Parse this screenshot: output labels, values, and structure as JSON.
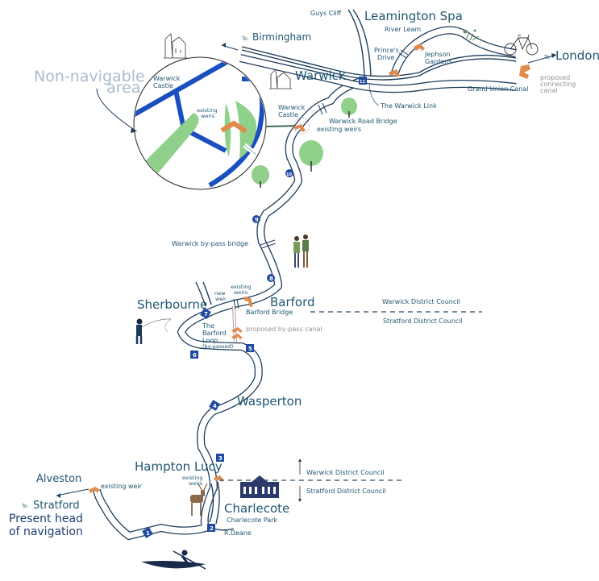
{
  "map": {
    "inset_label": "Non-navigable area",
    "inset_label_line1": "Non-navigable",
    "inset_label_line2": "area",
    "places": {
      "guys_cliff": "Guys Cliff",
      "leamington_spa": "Leamington Spa",
      "river_leam": "River Leam",
      "princes_drive_1": "Prince's",
      "princes_drive_2": "Drive",
      "jephson_1": "Jephson",
      "jephson_2": "Gardens",
      "to_london_prefix": "To",
      "to_london": "London",
      "proposed_canal_1": "proposed",
      "proposed_canal_2": "connecting",
      "proposed_canal_3": "canal",
      "grand_union": "Grand Union Canal",
      "to_birmingham_prefix": "To",
      "to_birmingham": "Birmingham",
      "warwick": "Warwick",
      "warwick_castle_1": "Warwick",
      "warwick_castle_2": "Castle",
      "warwick_link": "The Warwick Link",
      "warwick_road_bridge": "Warwick Road Bridge",
      "existing_weirs": "existing weirs",
      "inset_castle_1": "Warwick",
      "inset_castle_2": "Castle",
      "inset_weirs_1": "existing",
      "inset_weirs_2": "weirs",
      "bypass_bridge": "Warwick by-pass bridge",
      "new_weir_1": "new",
      "new_weir_2": "weir",
      "existing_weirs_1": "existing",
      "existing_weirs_2": "weirs",
      "sherbourne": "Sherbourne",
      "barford": "Barford",
      "barford_bridge": "Barford Bridge",
      "barford_loop_1": "The",
      "barford_loop_2": "Barford",
      "barford_loop_3": "Loop",
      "barford_loop_4": "(by-passed)",
      "proposed_bypass": "proposed by-pass canal",
      "wasperton": "Wasperton",
      "hampton_lucy": "Hampton Lucy",
      "hl_weirs_1": "existing",
      "hl_weirs_2": "weirs",
      "charlecote": "Charlecote",
      "charlecote_park": "Charlecote Park",
      "r_deane": "R.Deane",
      "alveston": "Alveston",
      "alveston_weir": "existing weir",
      "to_stratford_prefix": "To",
      "to_stratford": "Stratford",
      "present_head_1": "Present head",
      "present_head_2": "of navigation"
    },
    "boundaries": [
      {
        "upper": "Warwick District Council",
        "lower": "Stratford District Council"
      },
      {
        "upper": "Warwick District Council",
        "lower": "Stratford District Council"
      }
    ],
    "locks": [
      "1",
      "2",
      "3",
      "4",
      "5",
      "6",
      "7",
      "8",
      "9",
      "10",
      "11"
    ],
    "colors": {
      "text": "#1f5672",
      "river_outline": "#1f3d5c",
      "weir": "#e08a4c",
      "lock": "#1f4aa0",
      "tree": "#8fd08a",
      "inset_canal": "#1a4fbf",
      "pale_label": "#a9bccc"
    }
  }
}
